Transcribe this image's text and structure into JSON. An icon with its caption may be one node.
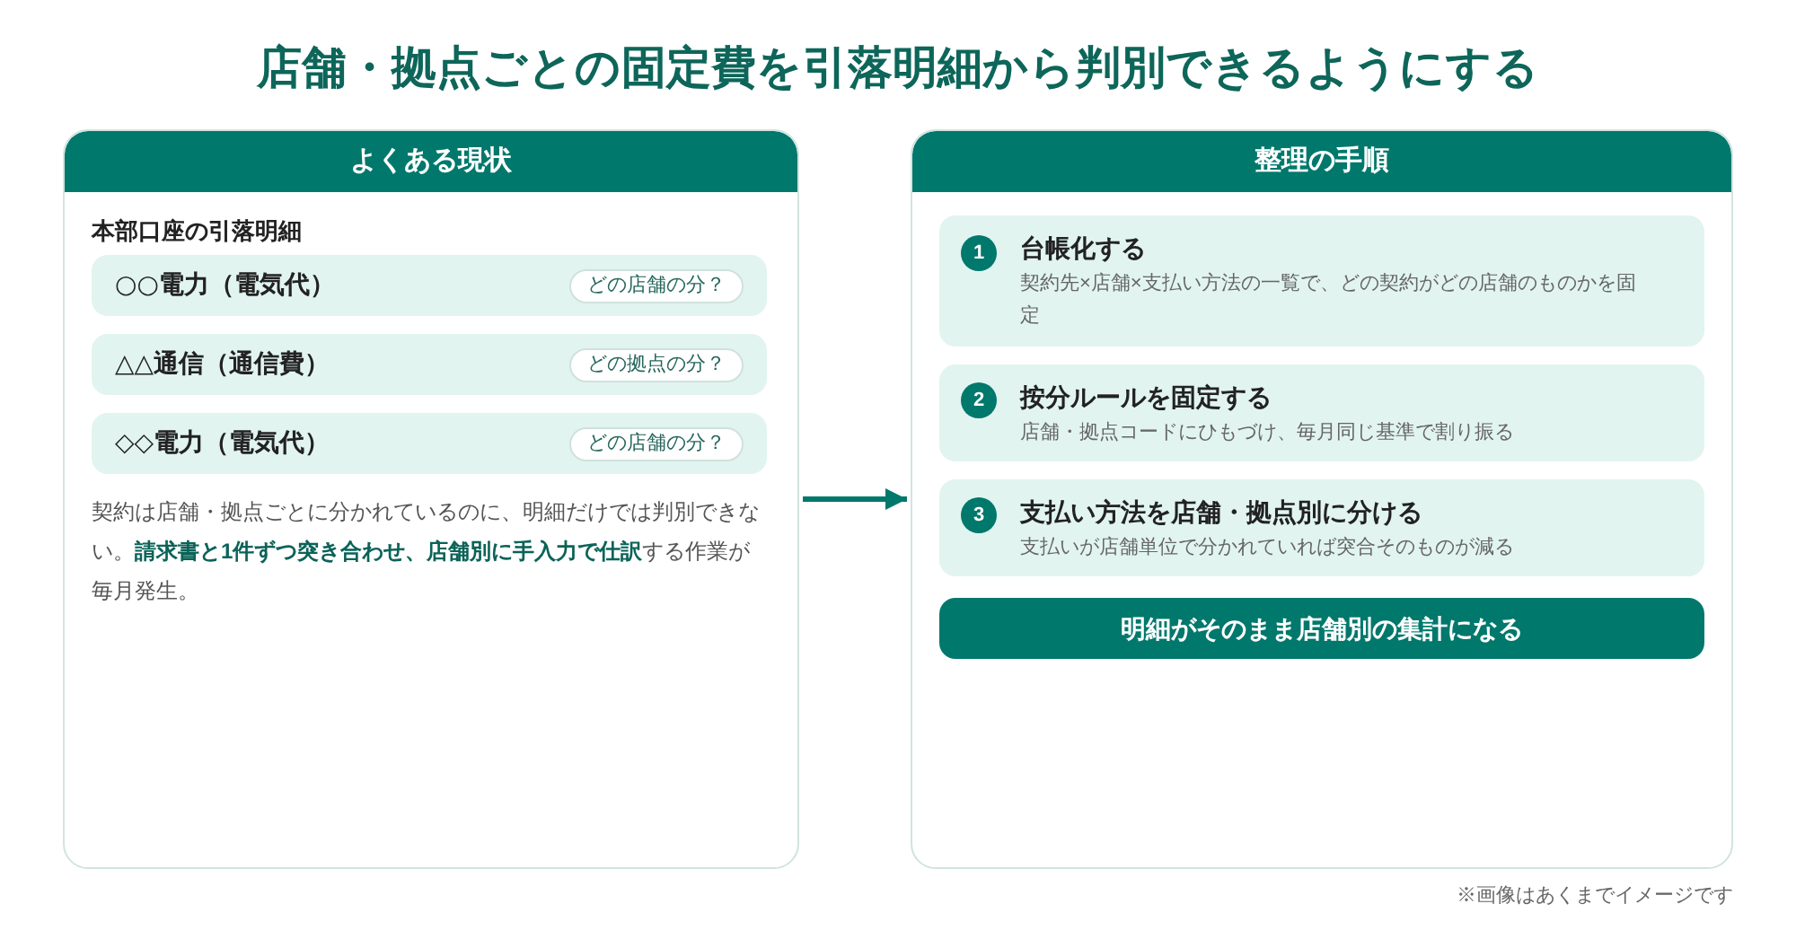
{
  "diagram": {
    "title": "店舗・拠点ごとの固定費を引落明細から判別できるようにする",
    "nodes": [
      {
        "text": [
          "本部口座の引落明細",
          "契約は店舗・拠点ごとに分かれているのに、明細だけでは判別できない。**請求書と1件ずつ突き合わせ、店舗別に手入力で仕訳**する作業が毎月発生。"
        ]
      },
      {
        "text": [
          "よくある現状"
        ],
        "in": 0
      },
      {
        "text": [
          "○○電力（電気代）"
        ],
        "in": 0
      },
      {
        "text": [
          "どの店舗の分？"
        ],
        "in": 2
      },
      {
        "text": [
          "△△通信（通信費）"
        ],
        "in": 0
      },
      {
        "text": [
          "どの拠点の分？"
        ],
        "in": 4
      },
      {
        "text": [
          "◇◇電力（電気代）"
        ],
        "in": 0
      },
      {
        "text": [
          "どの店舗の分？"
        ],
        "in": 6
      },
      {
        "text": [],
        "shape": "box"
      },
      {
        "text": [
          "整理の手順"
        ],
        "in": 8
      },
      {
        "text": [
          "台帳化する",
          "契約先×店舗×支払い方法の一覧で、どの契約がどの店舗のものかを固定"
        ],
        "in": 8
      },
      {
        "text": [
          "1"
        ],
        "in": 10
      },
      {
        "text": [
          "按分ルールを固定する",
          "店舗・拠点コードにひもづけ、毎月同じ基準で割り振る"
        ],
        "in": 8
      },
      {
        "text": [
          "2"
        ],
        "in": 12
      },
      {
        "text": [
          "支払い方法を店舗・拠点別に分ける",
          "支払いが店舗単位で分かれていれば突合そのものが減る"
        ],
        "in": 8
      },
      {
        "text": [
          "3"
        ],
        "in": 14
      },
      {
        "text": [
          "明細がそのまま店舗別の集計になる"
        ],
        "in": 8
      }
    ],
    "edges": [
      {
        "from": 0,
        "to": 8,
        "arrow": "to"
      }
    ],
    "labels": [
      "※画像はあくまでイメージです"
    ]
  }
}
